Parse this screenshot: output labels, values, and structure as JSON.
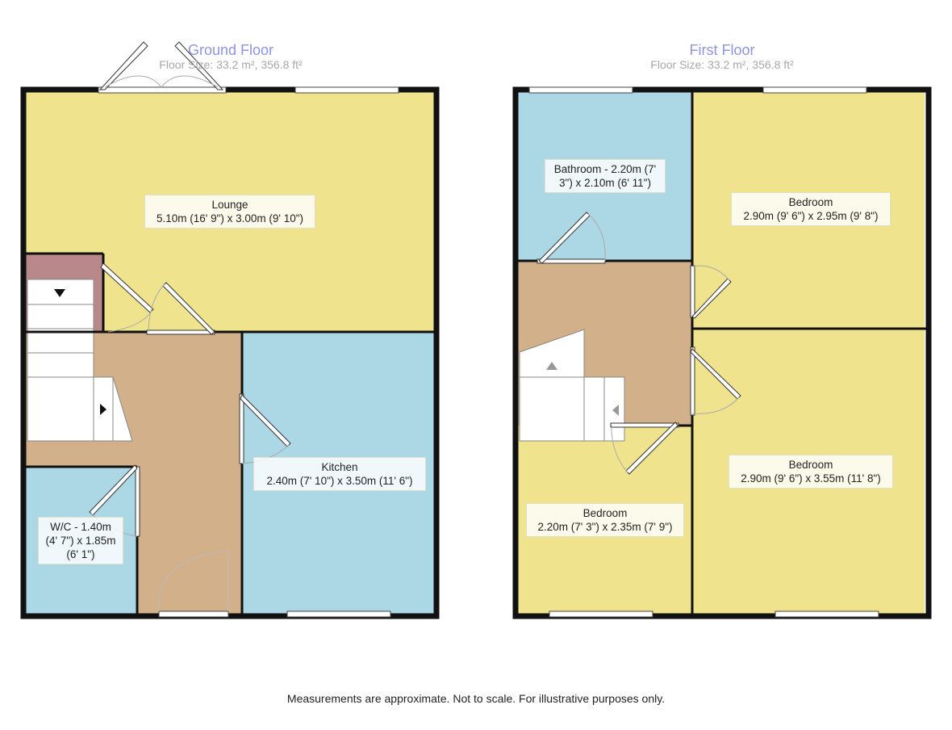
{
  "ground_floor": {
    "title": "Ground Floor",
    "size": "Floor Size: 33.2 m², 356.8 ft²",
    "rooms": {
      "lounge": {
        "name": "Lounge",
        "dims": "5.10m (16' 9\") x 3.00m (9' 10\")"
      },
      "kitchen": {
        "name": "Kitchen",
        "dims": "2.40m (7' 10\") x 3.50m (11' 6\")"
      },
      "wc": {
        "line1": "W/C - 1.40m",
        "line2": "(4' 7\") x 1.85m",
        "line3": "(6' 1\")"
      }
    }
  },
  "first_floor": {
    "title": "First Floor",
    "size": "Floor Size: 33.2 m², 356.8 ft²",
    "rooms": {
      "bathroom": {
        "line1": "Bathroom - 2.20m (7'",
        "line2": "3\") x 2.10m (6' 11\")"
      },
      "bedroom_1": {
        "name": "Bedroom",
        "dims": "2.90m (9' 6\") x 2.95m (9' 8\")"
      },
      "bedroom_2": {
        "name": "Bedroom",
        "dims": "2.90m (9' 6\") x 3.55m (11' 8\")"
      },
      "bedroom_3": {
        "name": "Bedroom",
        "dims": "2.20m (7' 3\") x 2.35m (7' 9\")"
      }
    }
  },
  "disclaimer": "Measurements are approximate. Not to scale. For illustrative purposes only.",
  "colors": {
    "living": "#efe48d",
    "wet": "#acd8e6",
    "hall": "#d2b08a",
    "cupboard": "#b8888a",
    "wall": "#111111",
    "title": "#8e94e0"
  }
}
